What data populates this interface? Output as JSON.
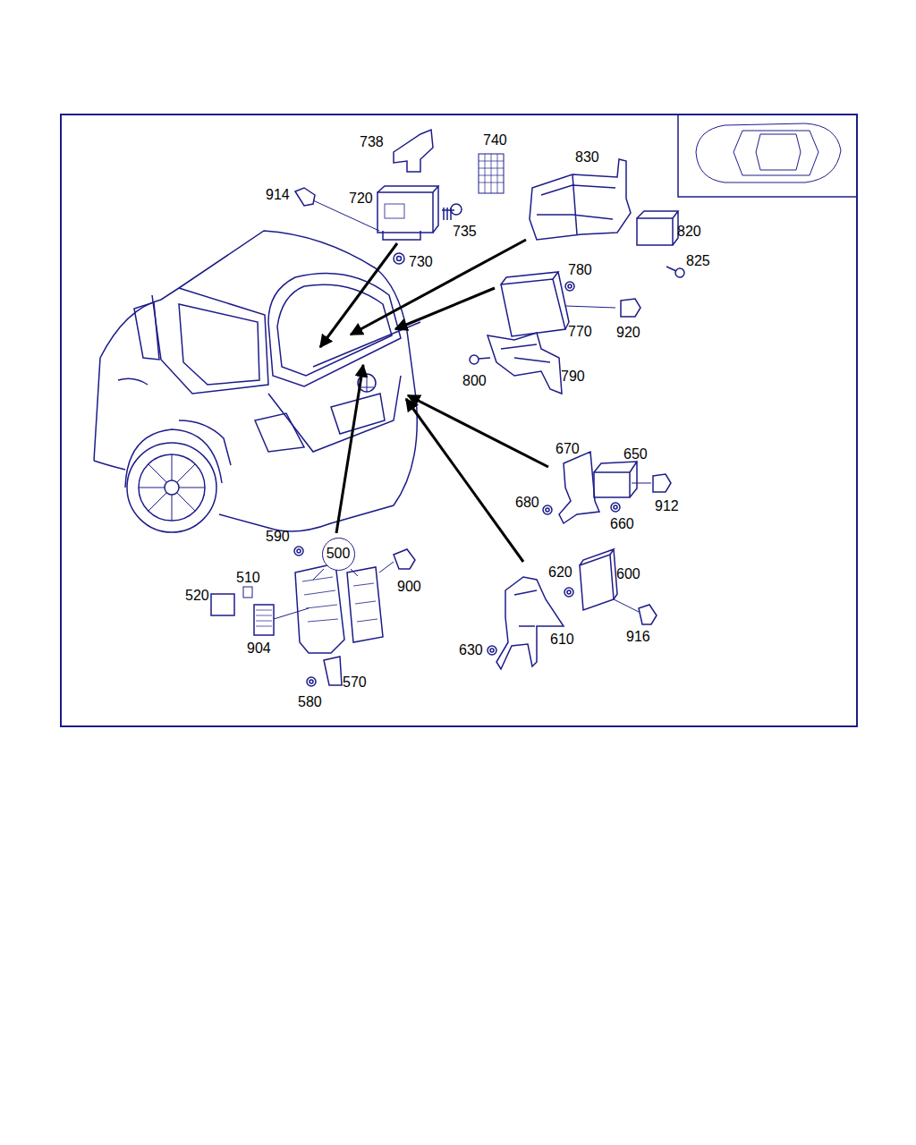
{
  "diagram": {
    "nodes": [
      {
        "text": [
          "500"
        ]
      }
    ],
    "labels": [
      "738",
      "740",
      "830",
      "914",
      "720",
      "735",
      "820",
      "730",
      "825",
      "780",
      "770",
      "920",
      "800",
      "790",
      "670",
      "650",
      "680",
      "912",
      "660",
      "590",
      "900",
      "510",
      "620",
      "600",
      "520",
      "904",
      "630",
      "610",
      "916",
      "570",
      "580"
    ]
  }
}
